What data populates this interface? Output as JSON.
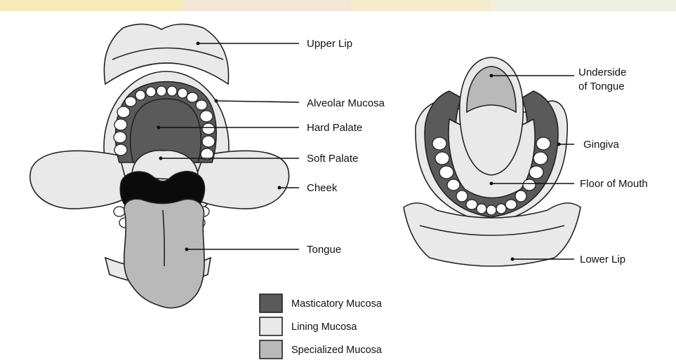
{
  "colors": {
    "masticatory": "#5a5a5a",
    "lining": "#e9e9e9",
    "specialized": "#b9b9b9",
    "tooth": "#ffffff",
    "dark": "#0b0b0b",
    "outline": "#222222"
  },
  "labels": {
    "upper_lip": "Upper Lip",
    "alveolar_mucosa": "Alveolar Mucosa",
    "hard_palate": "Hard Palate",
    "soft_palate": "Soft Palate",
    "cheek": "Cheek",
    "tongue": "Tongue",
    "underside_tongue_line1": "Underside",
    "underside_tongue_line2": "of Tongue",
    "gingiva": "Gingiva",
    "floor_of_mouth": "Floor of Mouth",
    "lower_lip": "Lower Lip"
  },
  "legend": {
    "items": [
      {
        "label": "Masticatory Mucosa",
        "color_key": "masticatory"
      },
      {
        "label": "Lining Mucosa",
        "color_key": "lining"
      },
      {
        "label": "Specialized Mucosa",
        "color_key": "specialized"
      }
    ]
  }
}
